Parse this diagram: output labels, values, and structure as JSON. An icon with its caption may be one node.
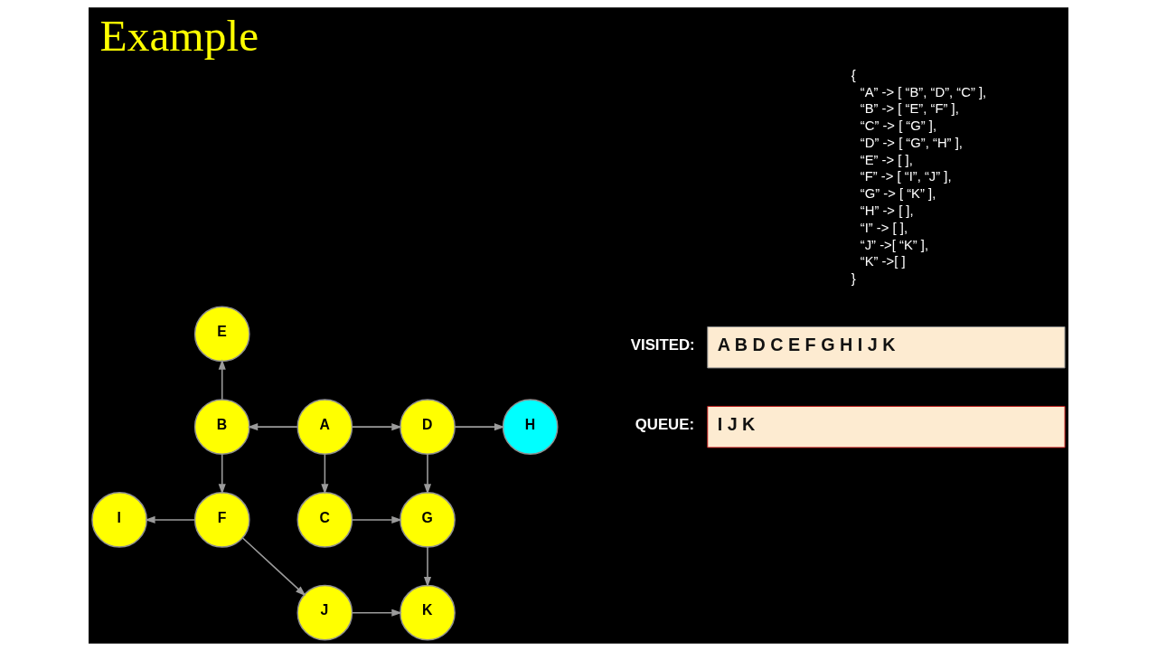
{
  "diagram": {
    "title": "Example",
    "nodes": [
      {
        "text": [
          "E"
        ]
      },
      {
        "text": [
          "B"
        ]
      },
      {
        "text": [
          "A"
        ]
      },
      {
        "text": [
          "D"
        ]
      },
      {
        "text": [
          "F"
        ]
      },
      {
        "text": [
          "C"
        ]
      },
      {
        "text": [
          "G"
        ]
      },
      {
        "text": [
          "H"
        ]
      },
      {
        "text": [
          "I"
        ]
      },
      {
        "text": [
          "J"
        ]
      },
      {
        "text": [
          "K"
        ]
      },
      {
        "text": [
          "A B D C E F G H I J K"
        ],
        "beside": [
          "VISITED:"
        ]
      },
      {
        "text": [
          "I J K"
        ],
        "beside": [
          "QUEUE:"
        ]
      }
    ],
    "edges": [
      {
        "from": 2,
        "to": 1,
        "arrow": "to"
      },
      {
        "from": 2,
        "to": 3,
        "arrow": "to"
      },
      {
        "from": 2,
        "to": 5,
        "arrow": "to"
      },
      {
        "from": 1,
        "to": 0,
        "arrow": "to"
      },
      {
        "from": 1,
        "to": 4,
        "arrow": "to"
      },
      {
        "from": 3,
        "to": 6,
        "arrow": "to"
      },
      {
        "from": 3,
        "to": 7,
        "arrow": "to"
      },
      {
        "from": 5,
        "to": 6,
        "arrow": "to"
      },
      {
        "from": 4,
        "to": 8,
        "arrow": "to"
      },
      {
        "from": 4,
        "to": 9,
        "arrow": "to"
      },
      {
        "from": 6,
        "to": 10,
        "arrow": "to"
      },
      {
        "from": 9,
        "to": 10,
        "arrow": "to"
      }
    ],
    "labels": [
      "{",
      "“A” -> [ “B”, “D”, “C” ],",
      "“B” -> [ “E”, “F” ],",
      "“C” -> [ “G” ],",
      "“D” -> [ “G”, “H” ],",
      "“E” -> [ ],",
      "“F” -> [ “I”, “J” ],",
      "“G” -> [ “K” ],",
      "“H” -> [ ],",
      "“I” -> [ ],",
      "“J” ->[ “K” ],",
      "“K” ->[ ]",
      "}"
    ]
  }
}
